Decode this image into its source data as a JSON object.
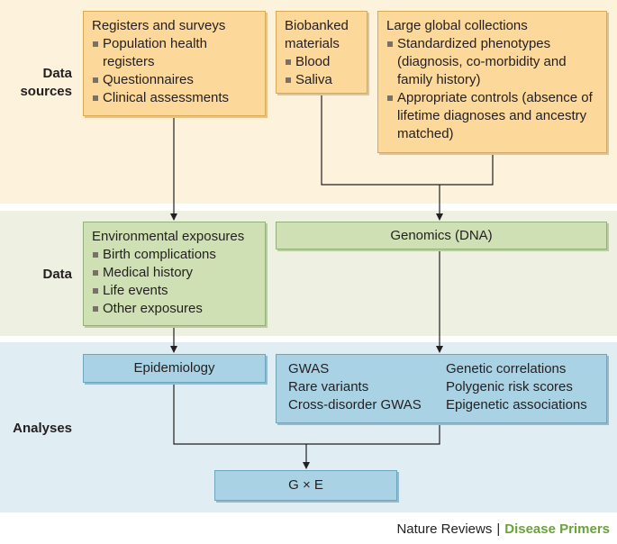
{
  "bands": {
    "sources_label": "Data sources",
    "data_label": "Data",
    "analyses_label": "Analyses"
  },
  "registers": {
    "title": "Registers and surveys",
    "items": [
      "Population health registers",
      "Questionnaires",
      "Clinical assessments"
    ]
  },
  "biobank": {
    "title": "Biobanked materials",
    "items": [
      "Blood",
      "Saliva"
    ]
  },
  "large_collections": {
    "title": "Large global collections",
    "items": [
      "Standardized phenotypes (diagnosis, co-morbidity and family history)",
      "Appropriate controls (absence of lifetime diagnoses and ancestry matched)"
    ]
  },
  "environmental": {
    "title": "Environmental exposures",
    "items": [
      "Birth complications",
      "Medical history",
      "Life events",
      "Other exposures"
    ]
  },
  "genomics": {
    "title": "Genomics (DNA)"
  },
  "epidemiology": {
    "title": "Epidemiology"
  },
  "gwas_box": {
    "left": [
      "GWAS",
      "Rare variants",
      "Cross-disorder GWAS"
    ],
    "right": [
      "Genetic correlations",
      "Polygenic risk scores",
      "Epigenetic associations"
    ]
  },
  "gxe": {
    "title": "G × E"
  },
  "footer": {
    "journal": "Nature Reviews",
    "separator": "|",
    "series": "Disease Primers"
  },
  "colors": {
    "sources_band": "#fdf3dc",
    "data_band": "#eef0e2",
    "analyses_band": "#e0eef3",
    "orange_box": "#fcd89a",
    "green_box": "#cfe1b4",
    "blue_box": "#a9d3e4",
    "series_text": "#6aa23c"
  }
}
